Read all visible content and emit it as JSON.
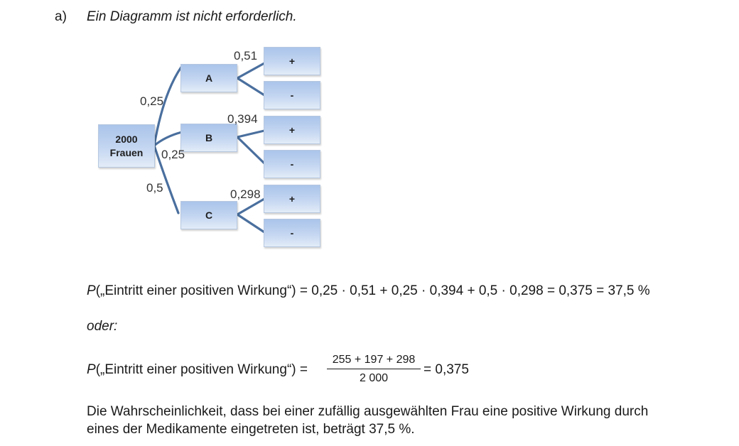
{
  "section": {
    "label": "a)",
    "note": "Ein Diagramm ist nicht erforderlich."
  },
  "tree": {
    "root": {
      "line1": "2000",
      "line2": "Frauen"
    },
    "branches": [
      {
        "name": "A",
        "prob": "0,25",
        "sub_prob": "0,51",
        "plus": "+",
        "minus": "-"
      },
      {
        "name": "B",
        "prob": "0,25",
        "sub_prob": "0,394",
        "plus": "+",
        "minus": "-"
      },
      {
        "name": "C",
        "prob": "0,5",
        "sub_prob": "0,298",
        "plus": "+",
        "minus": "-"
      }
    ],
    "line_color": "#4a6f9e"
  },
  "formula1": {
    "p": "P",
    "event": "(„Eintritt einer positiven Wirkung“)",
    "rhs": " = 0,25 · 0,51 + 0,25 · 0,394 + 0,5 · 0,298 = 0,375 = 37,5 %"
  },
  "oder": "oder:",
  "formula2": {
    "p": "P",
    "event": "(„Eintritt einer positiven Wirkung“) =",
    "numerator": "255 + 197 + 298",
    "denominator": "2 000",
    "result": "= 0,375"
  },
  "conclusion": {
    "line1": "Die Wahrscheinlichkeit, dass bei einer zufällig ausgewählten Frau eine positive Wirkung durch",
    "line2": "eines der Medikamente eingetreten ist, beträgt 37,5 %."
  }
}
